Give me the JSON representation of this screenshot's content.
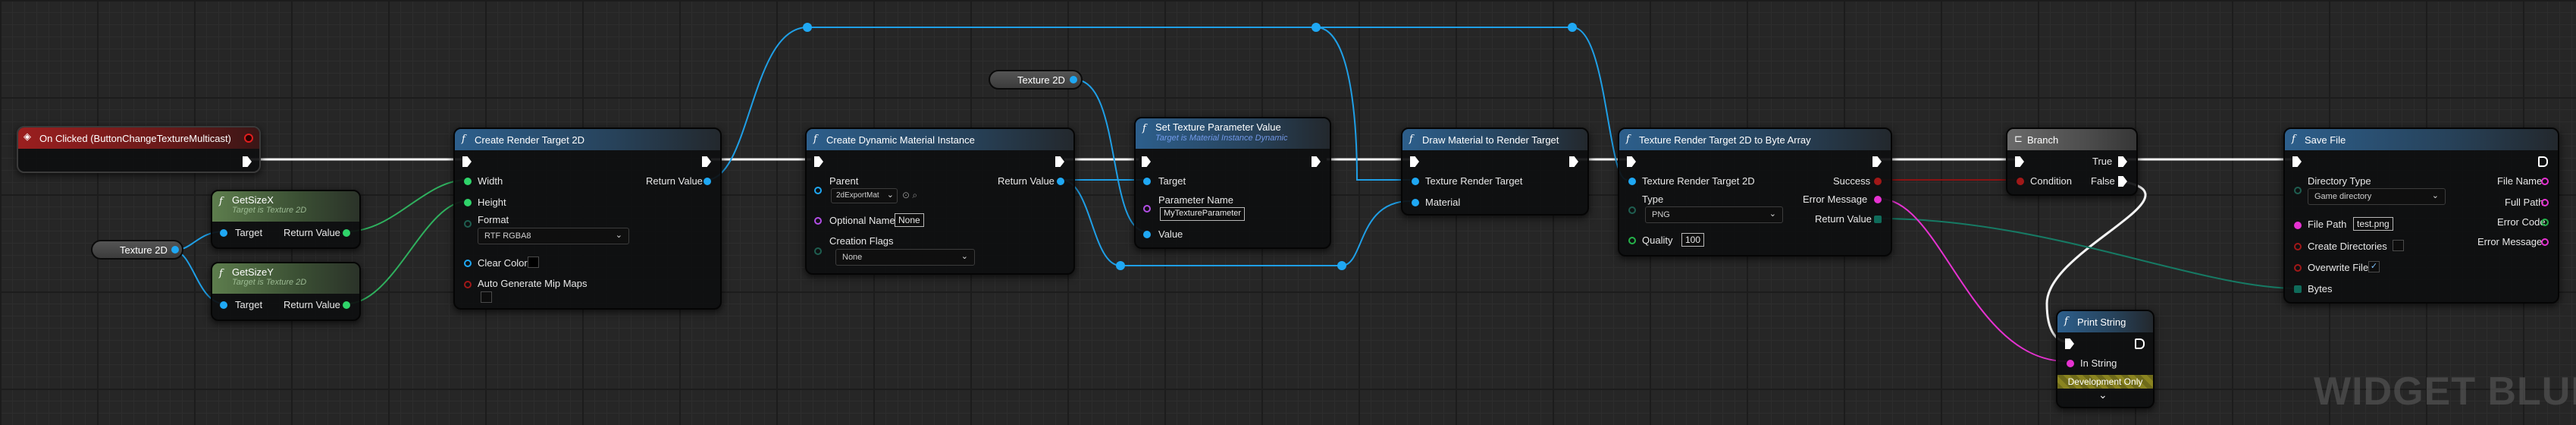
{
  "editor": {
    "watermark": "WIDGET BLUE"
  },
  "nodes": {
    "on_clicked": {
      "title": "On Clicked (ButtonChangeTextureMulticast)"
    },
    "texture_var_left": {
      "label": "Texture 2D"
    },
    "texture_var_top": {
      "label": "Texture 2D"
    },
    "get_size_x": {
      "title": "GetSizeX",
      "subtitle": "Target is Texture 2D",
      "in": "Target",
      "out": "Return Value"
    },
    "get_size_y": {
      "title": "GetSizeY",
      "subtitle": "Target is Texture 2D",
      "in": "Target",
      "out": "Return Value"
    },
    "create_rt": {
      "title": "Create Render Target 2D",
      "width": "Width",
      "height": "Height",
      "format": "Format",
      "format_value": "RTF RGBA8",
      "clear_color": "Clear Color",
      "auto_mips": "Auto Generate Mip Maps",
      "out": "Return Value"
    },
    "create_dmi": {
      "title": "Create Dynamic Material Instance",
      "parent": "Parent",
      "parent_value": "2dExportMat",
      "optional_name": "Optional Name",
      "optional_name_value": "None",
      "creation_flags": "Creation Flags",
      "creation_flags_value": "None",
      "out": "Return Value"
    },
    "set_tex_param": {
      "title": "Set Texture Parameter Value",
      "subtitle": "Target is Material Instance Dynamic",
      "target": "Target",
      "param_name": "Parameter Name",
      "param_name_value": "MyTextureParameter",
      "value": "Value"
    },
    "draw_material": {
      "title": "Draw Material to Render Target",
      "texture_rt": "Texture Render Target",
      "material": "Material"
    },
    "rt_to_bytes": {
      "title": "Texture Render Target 2D to Byte Array",
      "texture_rt": "Texture Render Target 2D",
      "type": "Type",
      "type_value": "PNG",
      "quality": "Quality",
      "quality_value": "100",
      "success": "Success",
      "error_message": "Error Message",
      "out": "Return Value"
    },
    "branch": {
      "title": "Branch",
      "condition": "Condition",
      "true": "True",
      "false": "False"
    },
    "save_file": {
      "title": "Save File",
      "directory_type": "Directory Type",
      "directory_type_value": "Game directory",
      "file_path": "File Path",
      "file_path_value": "test.png",
      "create_dirs": "Create Directories",
      "overwrite": "Overwrite File",
      "overwrite_check": "✓",
      "bytes": "Bytes",
      "file_name": "File Name",
      "full_path": "Full Path",
      "error_code": "Error Code",
      "error_message": "Error Message"
    },
    "print_string": {
      "title": "Print String",
      "in_string": "In String",
      "dev_only": "Development Only",
      "expand": "⌄"
    }
  },
  "colors": {
    "exec": "#ffffff",
    "object": "#1fa8f4",
    "string": "#e632d1",
    "integer": "#25b34a",
    "boolean": "#a11818",
    "byte": "#0f6b5a"
  }
}
